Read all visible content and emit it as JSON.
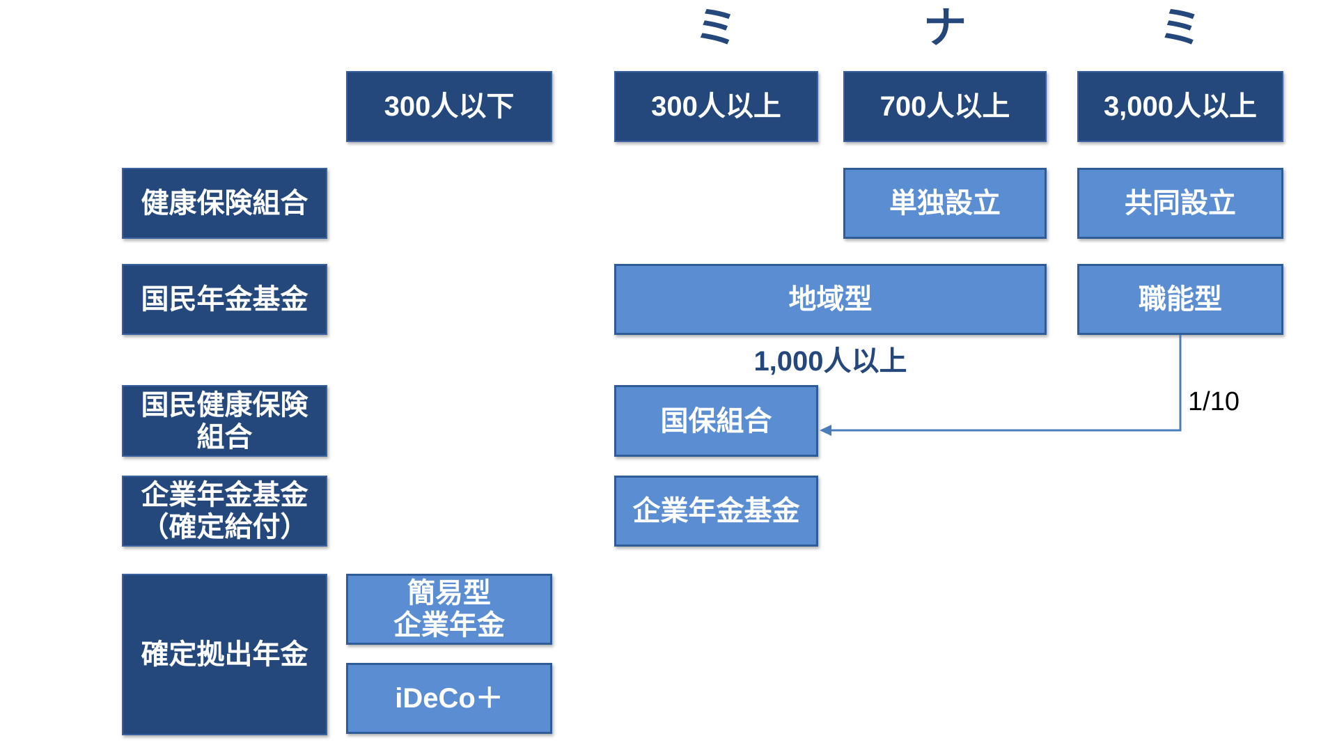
{
  "title_letters": {
    "letter1": "ミ",
    "letter2": "ナ",
    "letter3": "ミ"
  },
  "column_headers": {
    "under_300": "300人以下",
    "over_300": "300人以上",
    "over_700": "700人以上",
    "over_3000": "3,000人以上"
  },
  "row_labels": {
    "kenpo_kumiai": "健康保険組合",
    "kokumin_nenkin_kikin": "国民年金基金",
    "kokumin_kenko_hoken_kumiai": "国民健康保険\n組合",
    "kigyo_nenkin_kikin_db": "企業年金基金\n（確定給付）",
    "kakutei_kyoshutsu_nenkin": "確定拠出年金"
  },
  "cells": {
    "tandoku_setsuritsu": "単独設立",
    "kyodo_setsuritsu": "共同設立",
    "chiiki_gata": "地域型",
    "shokuno_gata": "職能型",
    "kokuho_kumiai": "国保組合",
    "kigyo_nenkin_kikin": "企業年金基金",
    "kanni_gata_kigyo_nenkin": "簡易型\n企業年金",
    "ideco_plus": "iDeCo＋"
  },
  "annotations": {
    "threshold_note": "1,000人以上",
    "ratio_label": "1/10"
  },
  "colors": {
    "dark_fill": "#24477C",
    "dark_border": "#3A62A0",
    "light_fill": "#5B8DD3",
    "light_border": "#2F5B97",
    "heading_text": "#24477C",
    "box_text": "#FFFFFF",
    "arrow": "#4A7EBB",
    "ratio_text": "#000000",
    "bg": "#FFFFFF"
  }
}
